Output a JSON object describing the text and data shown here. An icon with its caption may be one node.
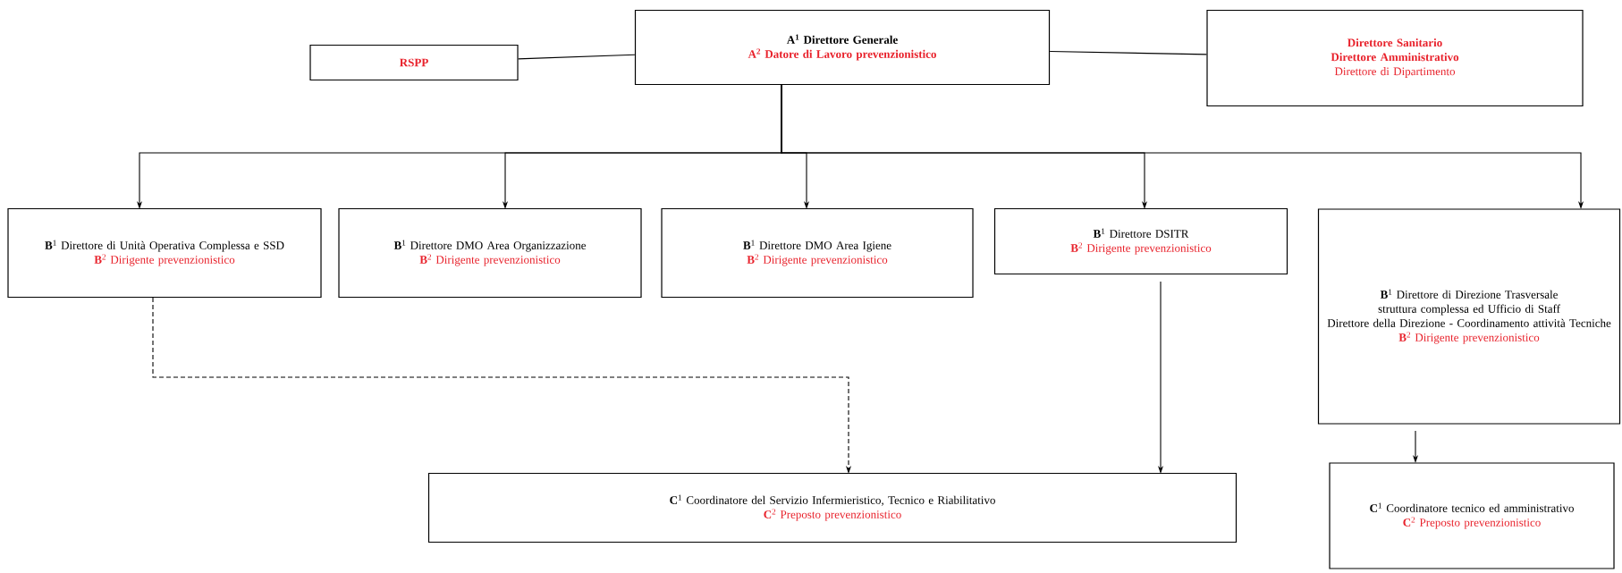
{
  "diagram": {
    "nodes": [
      {
        "text": [
          "RSPP"
        ]
      },
      {
        "text": [
          "A$^{1}$ Direttore Generale",
          "A$^{2}$ Datore di Lavoro prevenzionistico"
        ]
      },
      {
        "text": [
          "Direttore Sanitario",
          "Direttore Amministrativo",
          "Direttore di Dipartimento"
        ]
      },
      {
        "text": [
          "**B**$^{1}$ Direttore di Unità Operativa Complessa e SSD",
          "**B**$^{2}$ Dirigente prevenzionistico"
        ]
      },
      {
        "text": [
          "**B**$^{1}$ Direttore DMO Area Organizzazione",
          "**B**$^{2}$ Dirigente prevenzionistico"
        ]
      },
      {
        "text": [
          "**B**$^{1}$ Direttore DMO Area Igiene",
          "**B**$^{2}$ Dirigente prevenzionistico"
        ]
      },
      {
        "text": [
          "**B**$^{1}$ Direttore DSITR",
          "**B**$^{2}$ Dirigente prevenzionistico"
        ]
      },
      {
        "text": [
          "**B**$^{1}$ Direttore di Direzione Trasversale struttura complessa ed Ufficio di Staff",
          "Direttore della Direzione - Coordinamento attività Tecniche",
          "**B**$^{2}$ Dirigente prevenzionistico"
        ]
      },
      {
        "text": [
          "**C**$^{1}$ Coordinatore del Servizio Infermieristico, Tecnico e Riabilitativo",
          "**C**$^{2}$ Preposto prevenzionistico"
        ]
      },
      {
        "text": [
          "**C**$^{1}$ Coordinatore tecnico ed amministrativo",
          "**C**$^{2}$ Preposto prevenzionistico"
        ]
      }
    ],
    "edges": [
      {
        "from": 1,
        "to": 0,
        "arrow": "none"
      },
      {
        "from": 1,
        "to": 2,
        "arrow": "none"
      },
      {
        "from": 1,
        "to": 3,
        "arrow": "to"
      },
      {
        "from": 1,
        "to": 4,
        "arrow": "to"
      },
      {
        "from": 1,
        "to": 5,
        "arrow": "to"
      },
      {
        "from": 1,
        "to": 6,
        "arrow": "to"
      },
      {
        "from": 1,
        "to": 7,
        "arrow": "to"
      },
      {
        "from": 3,
        "to": 8,
        "arrow": "to",
        "style": "dashed"
      },
      {
        "from": 6,
        "to": 8,
        "arrow": "to"
      },
      {
        "from": 7,
        "to": 9,
        "arrow": "to"
      }
    ]
  }
}
